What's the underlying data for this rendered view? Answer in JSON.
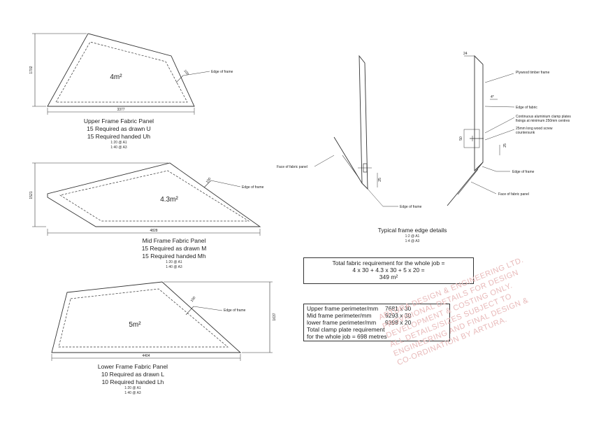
{
  "panels": [
    {
      "area": "4m²",
      "width_dim": "3377",
      "height_dim": "1702",
      "offset_dim": "100",
      "edge_label": "Edge of frame",
      "title": "Upper Frame Fabric Panel",
      "line1": "15 Required as drawn U",
      "line2": "15 Required handed Uh",
      "scale1": "1:20 @ A1",
      "scale2": "1:40 @ A3"
    },
    {
      "area": "4.3m²",
      "width_dim": "4828",
      "height_dim": "1521",
      "offset_dim": "100",
      "edge_label": "Edge of frame",
      "title": "Mid Frame Fabric Panel",
      "line1": "15 Required as drawn M",
      "line2": "15 Required handed Mh",
      "scale1": "1:20 @ A1",
      "scale2": "1:40 @ A3"
    },
    {
      "area": "5m²",
      "width_dim": "4404",
      "height_dim": "1637",
      "offset_dim": "100",
      "edge_label": "Edge of frame",
      "title": "Lower Frame Fabric Panel",
      "line1": "10 Required as drawn L",
      "line2": "10 Required handed Lh",
      "scale1": "1:20 @ A1",
      "scale2": "1:40 @ A3"
    }
  ],
  "detail_left": {
    "face_label": "Face of fabric panel",
    "edge_label": "Edge of frame",
    "dim_25": "25"
  },
  "detail_right": {
    "dim_24": "24",
    "dim_4": "4*",
    "dim_50": "50",
    "dim_25": "25",
    "plywood_label": "Plywood timber frame",
    "fabric_edge_label": "Edge of fabric",
    "clamp_label_1": "Continuous aluminium clamp plates",
    "clamp_label_2": "fixings at minimum 250mm centres",
    "screw_label_1": "25mm long wood screw",
    "screw_label_2": "countersunk",
    "edge_label": "Edge of frame",
    "face_label": "Face of fabric panel"
  },
  "details_caption": {
    "title": "Typical frame edge details",
    "scale1": "1:2 @ A1",
    "scale2": "1:4 @ A3"
  },
  "fabric_box": {
    "line1": "Total fabric requirement for the whole job =",
    "line2": "4 x 30 + 4.3 x 30 + 5 x 20  =",
    "line3": "349 m²"
  },
  "perimeter_box": {
    "upper_label": "Upper frame perimeter/mm",
    "upper_value": "7681 x 30",
    "mid_label": "Mid frame perimeter/mm",
    "mid_value": "9293 x 30",
    "lower_label": "lower frame perimeter/mm",
    "lower_value": "9398 x 20",
    "clamp_line1": "Total clamp plate requirement",
    "clamp_line2": "for the whole job =  698 metres"
  },
  "watermark": {
    "line1": "ARTURA DESIGN & ENGINEERING LTD.",
    "line2": "PROVISIONAL DETAILS FOR DESIGN",
    "line3": "DEVELOPMENT & COSTING ONLY.",
    "line4": "ALL DETAILS/SIZES SUBJECT TO",
    "line5": "ENGINEERING AND FINAL DESIGN &",
    "line6": "CO-ORDINATION BY ARTURA."
  }
}
